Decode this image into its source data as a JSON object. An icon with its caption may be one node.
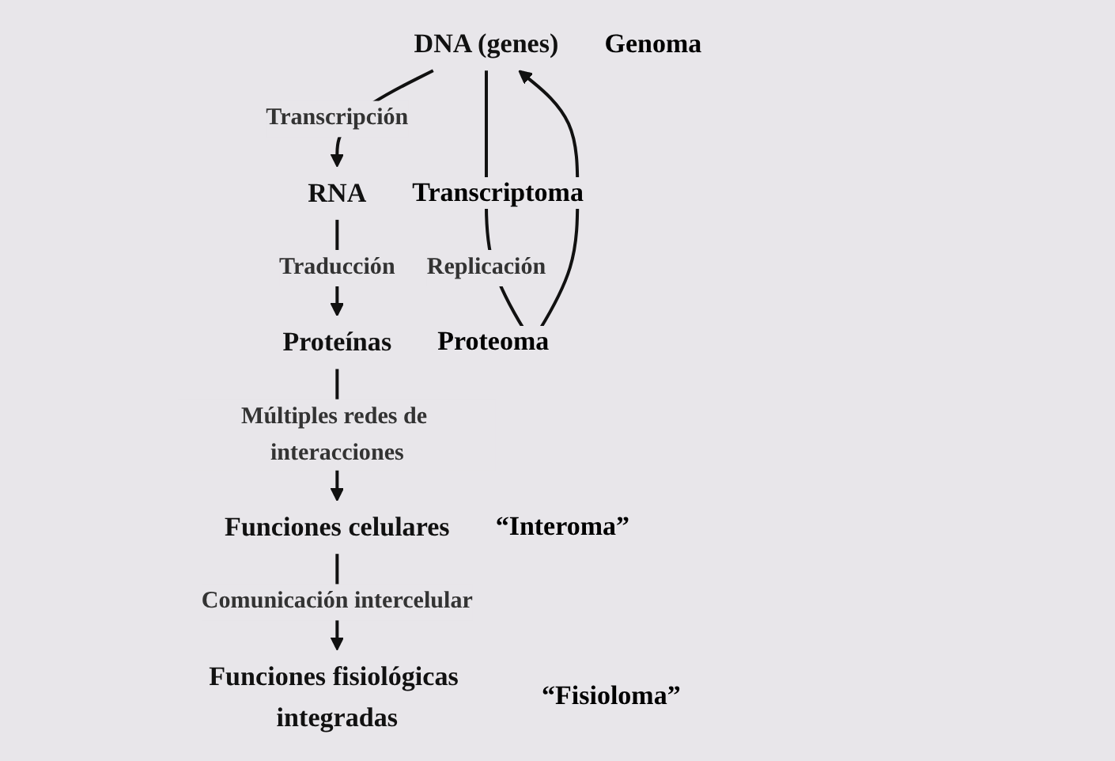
{
  "diagram": {
    "nodes": [
      {
        "text": [
          "DNA (genes)"
        ],
        "beside": [
          "Genoma"
        ]
      },
      {
        "text": [
          "RNA"
        ],
        "beside": [
          "Transcriptoma"
        ]
      },
      {
        "text": [
          "Proteínas"
        ],
        "beside": [
          "Proteoma"
        ]
      },
      {
        "text": [
          "Funciones celulares"
        ],
        "beside": [
          "“Interoma”"
        ]
      },
      {
        "text": [
          "Funciones fisiológicas integradas"
        ],
        "beside": [
          "“Fisioloma”"
        ]
      }
    ],
    "edges": [
      {
        "from": 0,
        "to": 0,
        "arrow": "to",
        "label": "Replicación"
      },
      {
        "from": 0,
        "to": 1,
        "arrow": "to",
        "label": "Transcripción"
      },
      {
        "from": 1,
        "to": 2,
        "arrow": "to",
        "label": "Traducción"
      },
      {
        "from": 2,
        "to": 3,
        "arrow": "to",
        "label": "Múltiples redes de interacciones"
      },
      {
        "from": 3,
        "to": 4,
        "arrow": "to",
        "label": "Comunicación intercelular"
      }
    ]
  }
}
